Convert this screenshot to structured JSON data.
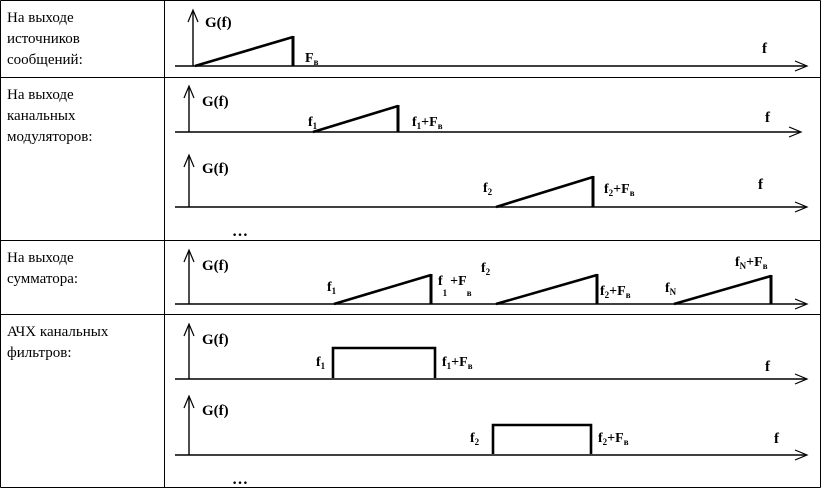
{
  "rows": [
    {
      "label_lines": [
        "На выходе",
        "источников",
        "сообщений:"
      ]
    },
    {
      "label_lines": [
        "На выходе",
        "канальных",
        "модуляторов:"
      ]
    },
    {
      "label_lines": [
        "На выходе",
        "сумматора:"
      ]
    },
    {
      "label_lines": [
        "АЧХ канальных",
        "фильтров:"
      ]
    }
  ],
  "axis": {
    "y_label": "G(f)",
    "x_label": "f"
  },
  "marks": {
    "fv": {
      "main": "F",
      "sub": "в"
    },
    "f1": {
      "main": "f",
      "sub": "1"
    },
    "f1_fv": {
      "main": "f",
      "sub": "1",
      "plus": "+F",
      "sub2": "в"
    },
    "f2": {
      "main": "f",
      "sub": "2"
    },
    "f2_fv": {
      "main": "f",
      "sub": "2",
      "plus": "+F",
      "sub2": "в"
    },
    "fN": {
      "main": "f",
      "sub": "N"
    },
    "fN_fv": {
      "main": "f",
      "sub": "N",
      "plus": "+F",
      "sub2": "в"
    }
  },
  "ellipsis": "…"
}
